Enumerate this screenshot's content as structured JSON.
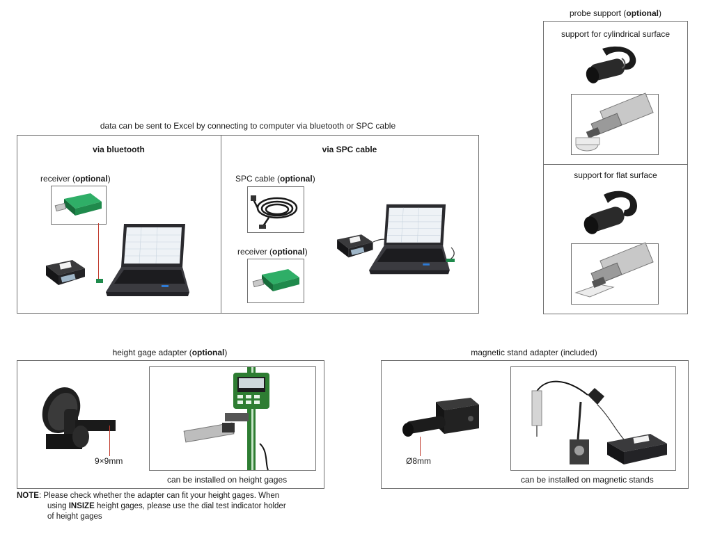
{
  "colors": {
    "border": "#6f6f6f",
    "receiver_green": "#1f8a4c",
    "link_red": "#c0392b",
    "device_dark": "#1c1c1e",
    "laptop_body": "#2a2a2e",
    "screen_bg": "#eef2f6",
    "gage_green": "#2e7d32"
  },
  "probe_support": {
    "title_pre": "probe support (",
    "title_bold": "optional",
    "title_post": ")",
    "cylindrical_label": "support for cylindrical surface",
    "flat_label": "support for flat surface"
  },
  "data_section": {
    "caption": "data can be sent to Excel by connecting to computer via bluetooth or SPC cable",
    "bluetooth_title": "via bluetooth",
    "receiver_pre": "receiver (",
    "receiver_bold": "optional",
    "receiver_post": ")",
    "spc_title": "via SPC cable",
    "spc_cable_pre": "SPC cable (",
    "spc_cable_bold": "optional",
    "spc_cable_post": ")",
    "receiver2_pre": "receiver (",
    "receiver2_bold": "optional",
    "receiver2_post": ")"
  },
  "height_gage": {
    "title_pre": "height gage adapter (",
    "title_bold": "optional",
    "title_post": ")",
    "dimension": "9×9mm",
    "install_caption": "can be installed on height gages"
  },
  "magnetic_stand": {
    "title": "magnetic stand adapter (included)",
    "dimension": "Ø8mm",
    "install_caption": "can be installed on magnetic stands"
  },
  "note": {
    "label": "NOTE",
    "text_1": ": Please check whether the adapter can fit your height gages. When",
    "text_2_pre": "using ",
    "text_2_bold": "INSIZE",
    "text_2_post": " height gages, please use the dial test indicator holder",
    "text_3": "of height gages"
  }
}
